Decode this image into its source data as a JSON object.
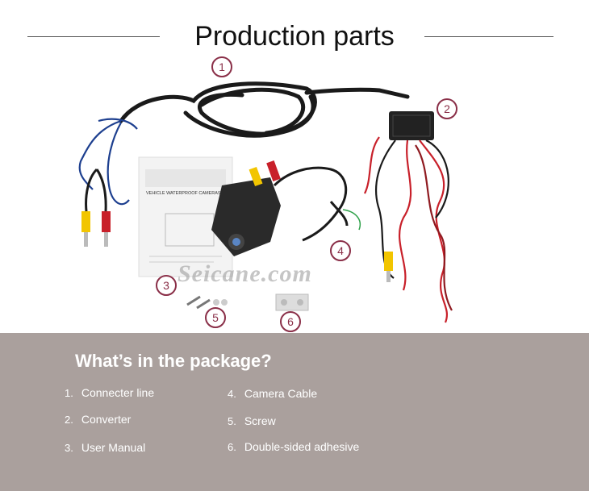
{
  "header": {
    "title": "Production parts"
  },
  "photo": {
    "callouts": [
      "1",
      "2",
      "3",
      "4",
      "5",
      "6"
    ],
    "manual_title": "VEHICLE WATERPROOF CAMERAS",
    "watermark": "Seicane.com"
  },
  "package": {
    "title": "What’s in the package?",
    "items": [
      {
        "num": "1.",
        "label": "Connecter line"
      },
      {
        "num": "2.",
        "label": "Converter"
      },
      {
        "num": "3.",
        "label": "User Manual"
      },
      {
        "num": "4.",
        "label": "Camera Cable"
      },
      {
        "num": "5.",
        "label": "Screw"
      },
      {
        "num": "6.",
        "label": "Double-sided adhesive"
      }
    ]
  },
  "colors": {
    "callout": "#8a2f48",
    "panel": "#aaa09d",
    "cable": "#1a1a1a",
    "blue_wire": "#1d3f8f",
    "red_wire": "#c8202a",
    "rca_yellow": "#f2c500"
  }
}
